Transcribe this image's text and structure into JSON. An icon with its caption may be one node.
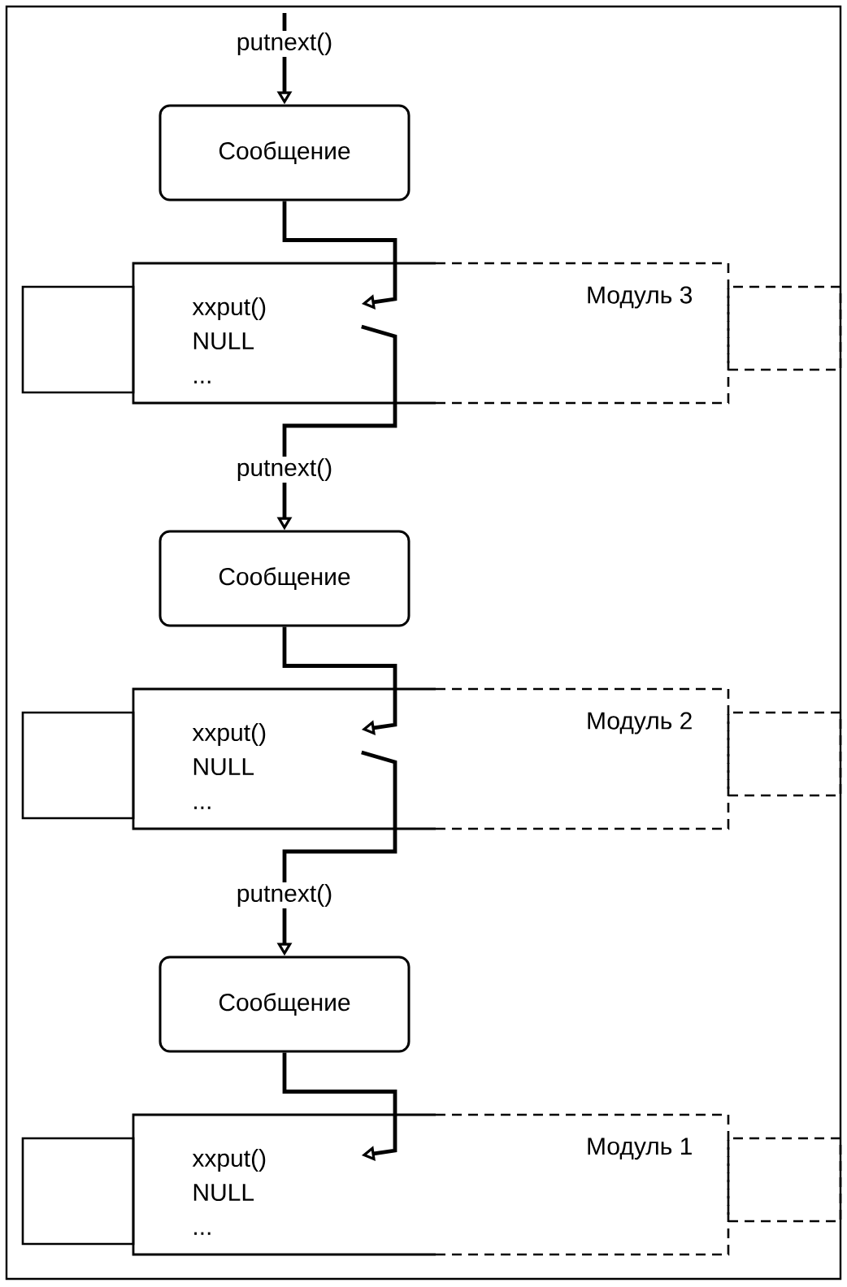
{
  "diagram": {
    "nodes": [
      {
        "text": [
          "Сообщение"
        ]
      },
      {
        "text": [],
        "shape": "box"
      },
      {
        "text": [
          "Модуль 3"
        ]
      },
      {
        "text": [
          "xxput()",
          "NULL",
          "..."
        ],
        "in": 2
      },
      {
        "text": [],
        "shape": "box"
      },
      {
        "text": [
          "Сообщение"
        ]
      },
      {
        "text": [],
        "shape": "box"
      },
      {
        "text": [
          "Модуль 2"
        ]
      },
      {
        "text": [
          "xxput()",
          "NULL",
          "..."
        ],
        "in": 7
      },
      {
        "text": [],
        "shape": "box"
      },
      {
        "text": [
          "Сообщение"
        ]
      },
      {
        "text": [],
        "shape": "box"
      },
      {
        "text": [
          "Модуль 1"
        ]
      },
      {
        "text": [
          "xxput()",
          "NULL",
          "..."
        ],
        "in": 12
      },
      {
        "text": [],
        "shape": "box"
      }
    ],
    "edges": [
      {
        "from": null,
        "to": 0,
        "arrow": "to",
        "label": "putnext()"
      },
      {
        "from": 0,
        "to": 3,
        "arrow": "to"
      },
      {
        "from": 3,
        "to": 5,
        "arrow": "to",
        "label": "putnext()"
      },
      {
        "from": 5,
        "to": 8,
        "arrow": "to"
      },
      {
        "from": 8,
        "to": 10,
        "arrow": "to",
        "label": "putnext()"
      },
      {
        "from": 10,
        "to": 13,
        "arrow": "to"
      }
    ]
  }
}
